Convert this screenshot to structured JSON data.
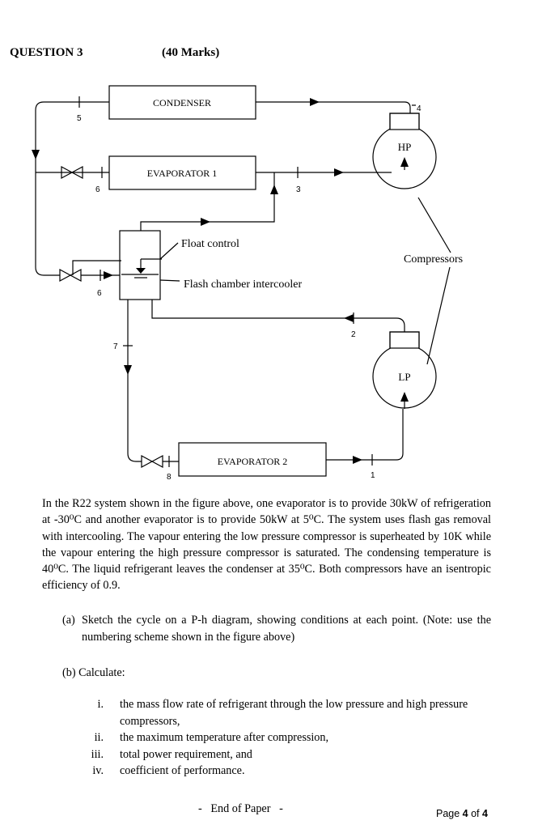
{
  "header": {
    "question": "QUESTION 3",
    "marks": "(40 Marks)"
  },
  "diagram": {
    "components": {
      "condenser": "CONDENSER",
      "evaporator1": "EVAPORATOR 1",
      "evaporator2": "EVAPORATOR 2",
      "hp": "HP",
      "lp": "LP",
      "float_control": "Float control",
      "flash_chamber": "Flash chamber intercooler",
      "compressors": "Compressors"
    },
    "state_points": {
      "p1": "1",
      "p2": "2",
      "p3": "3",
      "p4": "4",
      "p5": "5",
      "p6a": "6",
      "p6b": "6",
      "p7": "7",
      "p8": "8"
    }
  },
  "body": {
    "paragraph": "In the R22 system shown in the figure above, one evaporator is to provide 30kW of refrigeration at -30⁰C and another evaporator is to provide 50kW at 5⁰C. The system uses flash gas removal with intercooling. The vapour entering the low pressure compressor is superheated by 10K while the vapour entering the high pressure compressor is saturated. The condensing temperature is 40⁰C. The liquid refrigerant leaves the condenser at 35⁰C. Both compressors have an isentropic efficiency of 0.9.",
    "part_a_label": "(a)",
    "part_a_text": "Sketch the cycle on a P-h diagram, showing conditions at each point. (Note: use the numbering scheme shown in the figure above)",
    "part_b_label": "(b) Calculate:",
    "items": [
      {
        "num": "i.",
        "text": "the mass flow rate of refrigerant through the low pressure and high pressure compressors,"
      },
      {
        "num": "ii.",
        "text": "the maximum temperature after compression,"
      },
      {
        "num": "iii.",
        "text": "total power requirement, and"
      },
      {
        "num": "iv.",
        "text": "coefficient of performance."
      }
    ]
  },
  "footer": {
    "end": "-   End of Paper   -",
    "page_prefix": "Page ",
    "page_num": "4",
    "page_of": " of ",
    "page_total": "4"
  }
}
